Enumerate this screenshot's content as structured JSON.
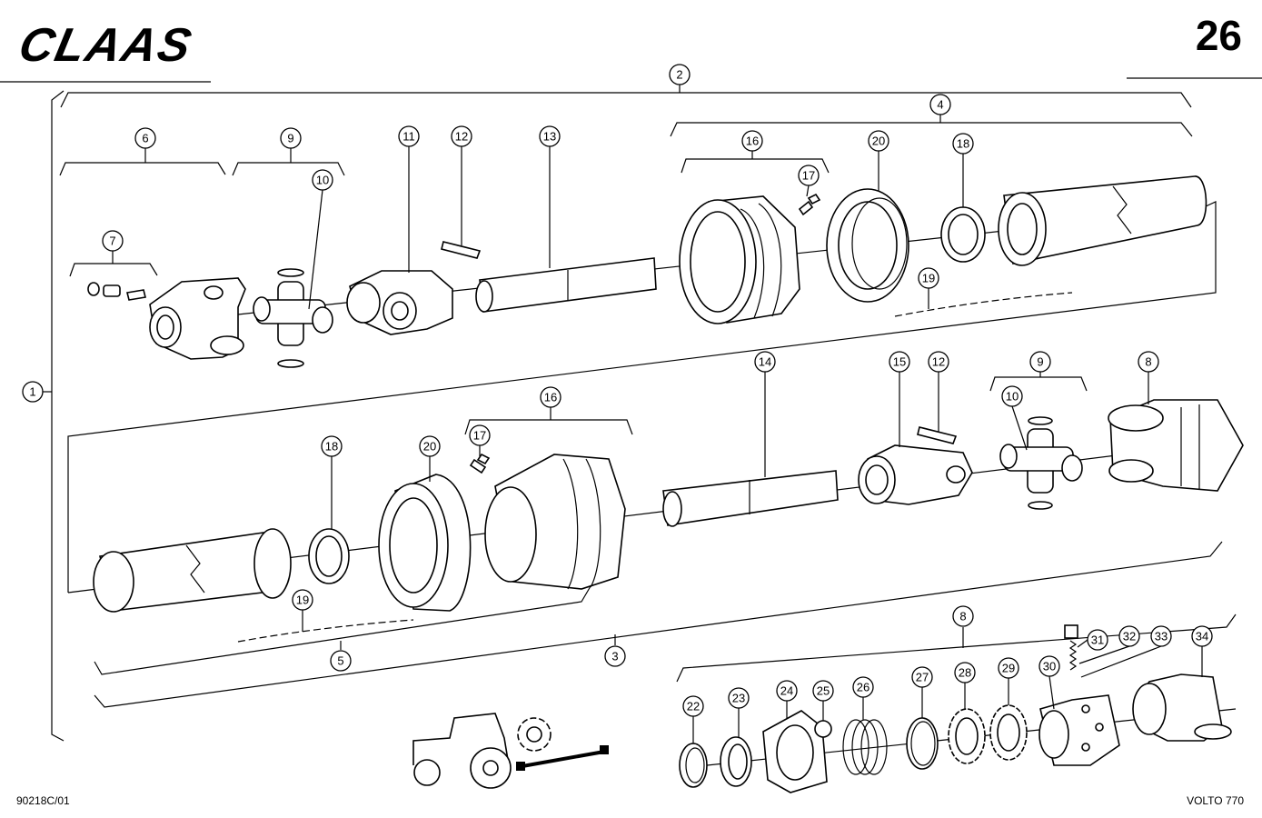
{
  "header": {
    "brand_logo": "CLAAS",
    "page_number": "26"
  },
  "footer": {
    "document_code": "90218C/01",
    "model_name": "VOLTO 770"
  },
  "callouts": [
    "1",
    "2",
    "3",
    "4",
    "5",
    "6",
    "7",
    "8",
    "9",
    "10",
    "11",
    "12",
    "13",
    "14",
    "15",
    "16",
    "17",
    "18",
    "19",
    "20",
    "22",
    "23",
    "24",
    "25",
    "26",
    "27",
    "28",
    "29",
    "30",
    "31",
    "32",
    "33",
    "34"
  ],
  "labels": {
    "c1": "1",
    "c2": "2",
    "c3": "3",
    "c4": "4",
    "c5": "5",
    "c6": "6",
    "c7": "7",
    "c8a": "8",
    "c8b": "8",
    "c9a": "9",
    "c9b": "9",
    "c10a": "10",
    "c10b": "10",
    "c11": "11",
    "c12a": "12",
    "c12b": "12",
    "c13": "13",
    "c14": "14",
    "c15": "15",
    "c16a": "16",
    "c16b": "16",
    "c17a": "17",
    "c17b": "17",
    "c18a": "18",
    "c18b": "18",
    "c19a": "19",
    "c19b": "19",
    "c20a": "20",
    "c20b": "20",
    "c22": "22",
    "c23": "23",
    "c24": "24",
    "c25": "25",
    "c26": "26",
    "c27": "27",
    "c28": "28",
    "c29": "29",
    "c30": "30",
    "c31": "31",
    "c32": "32",
    "c33": "33",
    "c34": "34"
  }
}
